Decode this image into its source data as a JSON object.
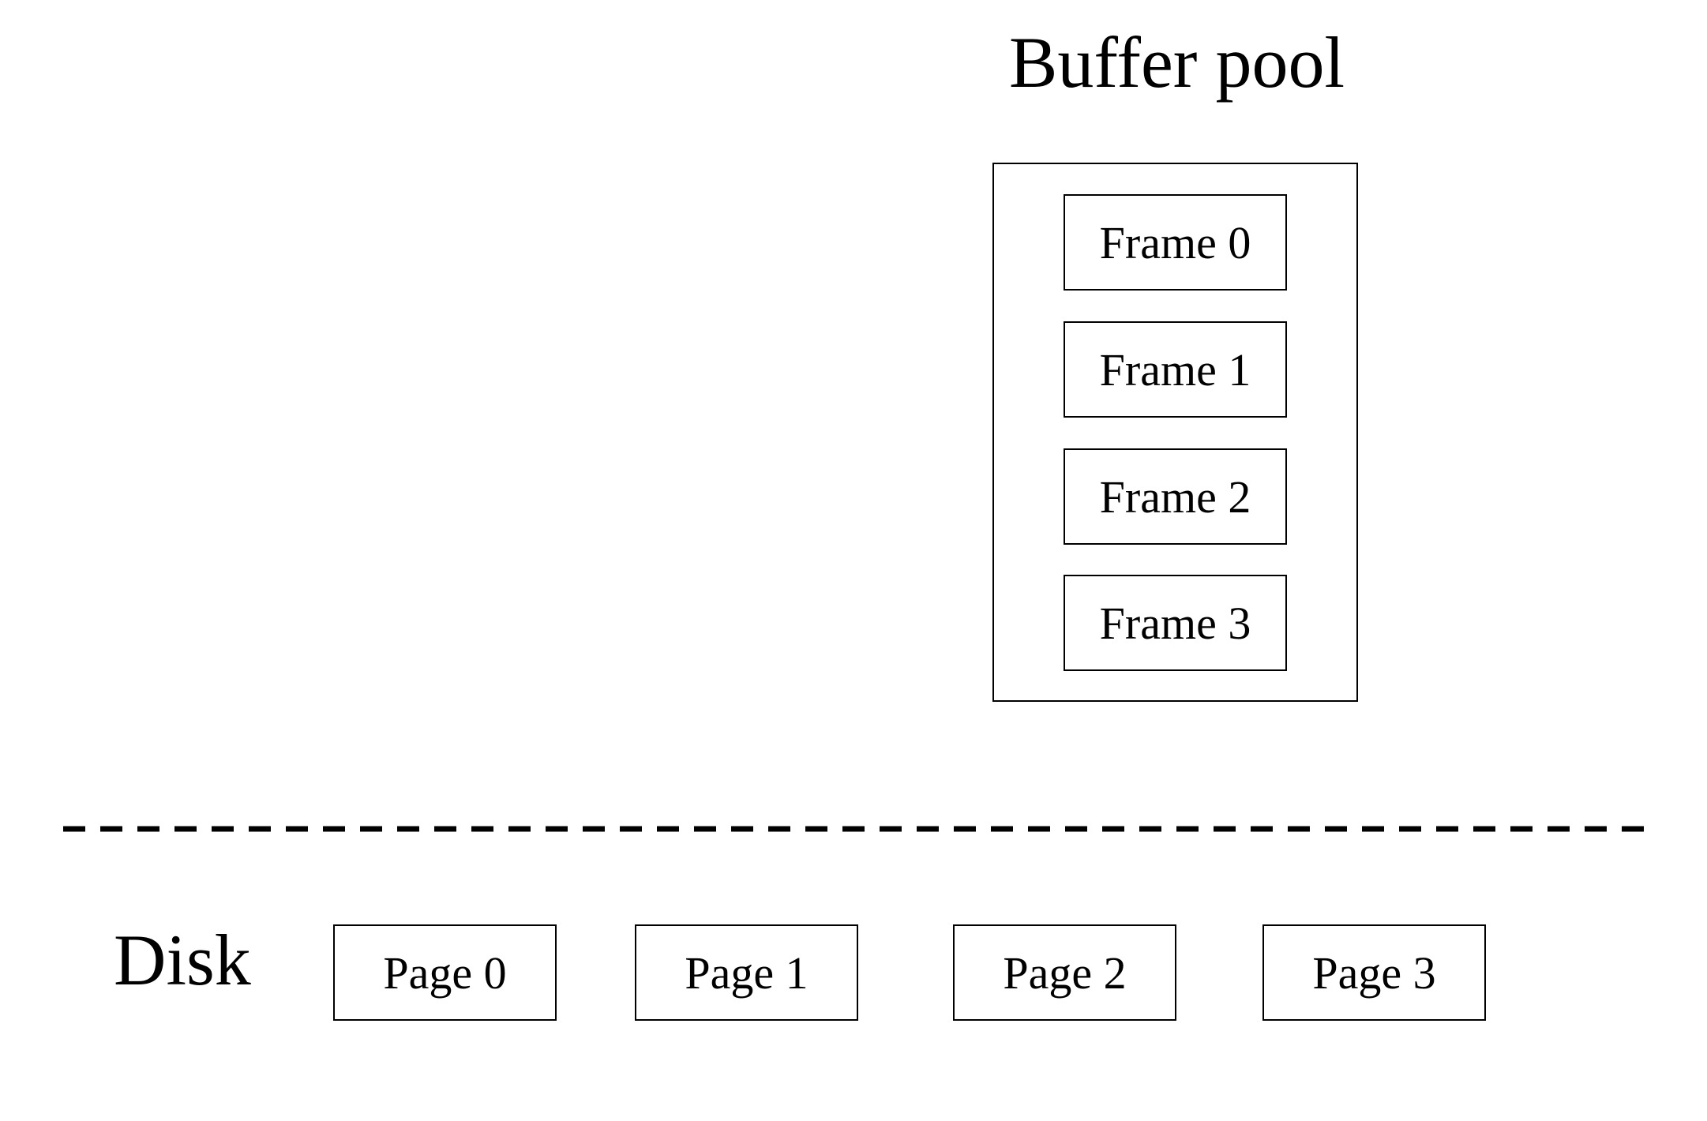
{
  "buffer_pool": {
    "title": "Buffer pool",
    "frames": [
      "Frame 0",
      "Frame 1",
      "Frame 2",
      "Frame 3"
    ]
  },
  "disk": {
    "label": "Disk",
    "pages": [
      "Page 0",
      "Page 1",
      "Page 2",
      "Page 3"
    ]
  }
}
